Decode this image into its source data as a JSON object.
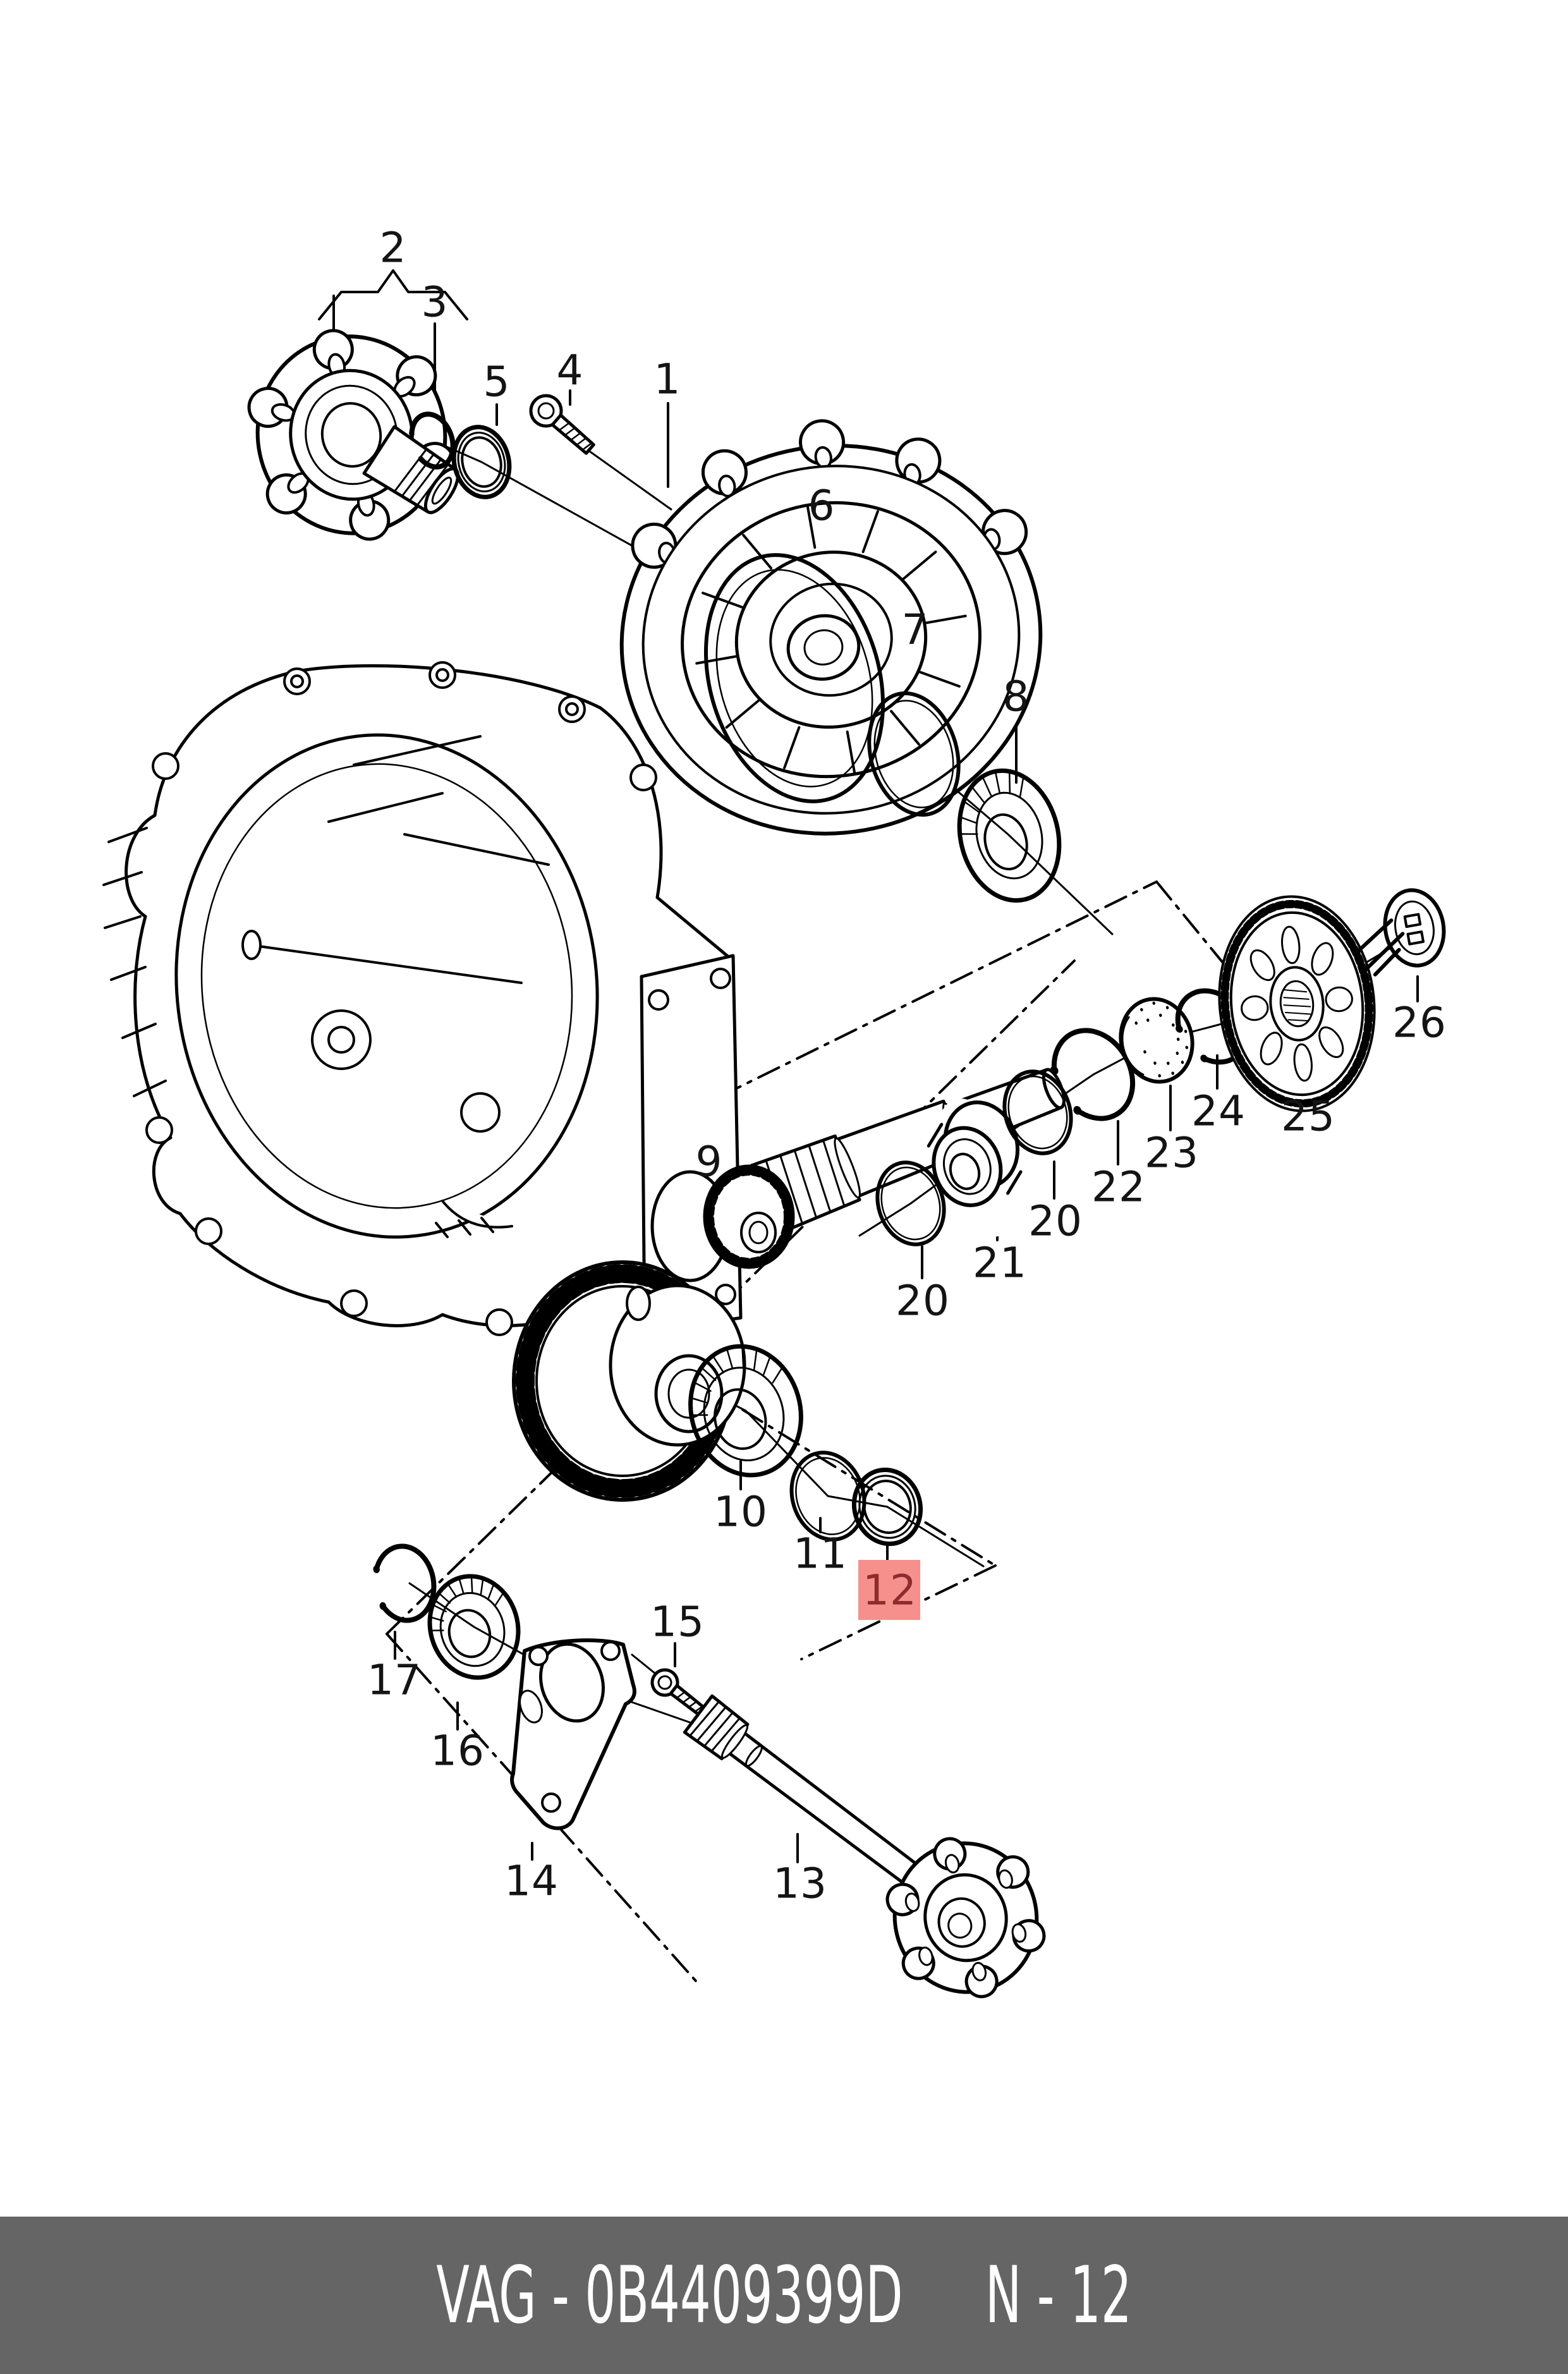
{
  "doc": {
    "type": "parts-catalog-exploded-diagram",
    "footer": {
      "part_code": "VAG - 0B4409399D",
      "page_code": "N - 12",
      "bg_color": "#656565",
      "text_color": "#ffffff"
    },
    "highlight": {
      "label": "12",
      "box_color": "#f5908d",
      "text_color": "#8e2c2c"
    },
    "line_color": "#000000",
    "part_labels": [
      {
        "id": "1",
        "text": "1"
      },
      {
        "id": "2",
        "text": "2"
      },
      {
        "id": "3",
        "text": "3"
      },
      {
        "id": "4",
        "text": "4"
      },
      {
        "id": "5",
        "text": "5"
      },
      {
        "id": "6",
        "text": "6"
      },
      {
        "id": "7",
        "text": "7"
      },
      {
        "id": "8",
        "text": "8"
      },
      {
        "id": "9",
        "text": "9"
      },
      {
        "id": "10",
        "text": "10"
      },
      {
        "id": "11",
        "text": "11"
      },
      {
        "id": "12",
        "text": "12",
        "highlighted": true
      },
      {
        "id": "13",
        "text": "13"
      },
      {
        "id": "14",
        "text": "14"
      },
      {
        "id": "15",
        "text": "15"
      },
      {
        "id": "16",
        "text": "16"
      },
      {
        "id": "17",
        "text": "17"
      },
      {
        "id": "20a",
        "text": "20"
      },
      {
        "id": "21",
        "text": "21"
      },
      {
        "id": "20b",
        "text": "20"
      },
      {
        "id": "22",
        "text": "22"
      },
      {
        "id": "23",
        "text": "23"
      },
      {
        "id": "24",
        "text": "24"
      },
      {
        "id": "25",
        "text": "25"
      },
      {
        "id": "26",
        "text": "26"
      }
    ]
  }
}
